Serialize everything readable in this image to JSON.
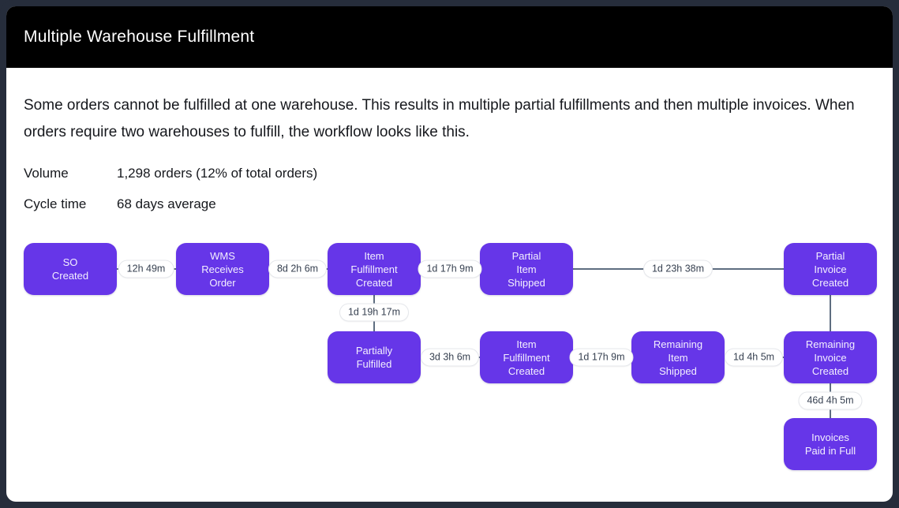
{
  "theme": {
    "frame_bg": "#262d3b",
    "header_bg": "#000000",
    "card_bg": "#ffffff",
    "text": "#16181d",
    "node_bg": "#6636e8",
    "node_text": "#f3effe",
    "edge_line": "#5e6d80",
    "edge_label_text": "#374151",
    "edge_label_border": "#e5e7eb"
  },
  "header": {
    "title": "Multiple Warehouse Fulfillment"
  },
  "description": "Some orders cannot be fulfilled at one warehouse. This results in multiple partial fulfillments and then multiple invoices. When orders require two warehouses to fulfill, the workflow looks like this.",
  "stats": [
    {
      "label": "Volume",
      "value": "1,298 orders (12% of total orders)"
    },
    {
      "label": "Cycle time",
      "value": "68 days average"
    }
  ],
  "flow": {
    "nodes": [
      {
        "label": "SO\nCreated"
      },
      {
        "label": "WMS\nReceives\nOrder"
      },
      {
        "label": "Item\nFulfillment\nCreated"
      },
      {
        "label": "Partial\nItem\nShipped"
      },
      {
        "label": "Partial\nInvoice\nCreated"
      },
      {
        "label": "Partially\nFulfilled"
      },
      {
        "label": "Item\nFulfillment\nCreated"
      },
      {
        "label": "Remaining\nItem\nShipped"
      },
      {
        "label": "Remaining\nInvoice\nCreated"
      },
      {
        "label": "Invoices\nPaid in Full"
      }
    ],
    "edges": [
      {
        "label": "12h 49m"
      },
      {
        "label": "8d 2h 6m"
      },
      {
        "label": "1d 17h 9m"
      },
      {
        "label": "1d 23h 38m"
      },
      {
        "label": "1d 19h 17m"
      },
      {
        "label": "3d 3h 6m"
      },
      {
        "label": "1d 17h 9m"
      },
      {
        "label": "1d 4h 5m"
      },
      {
        "label": "46d 4h 5m"
      }
    ]
  }
}
